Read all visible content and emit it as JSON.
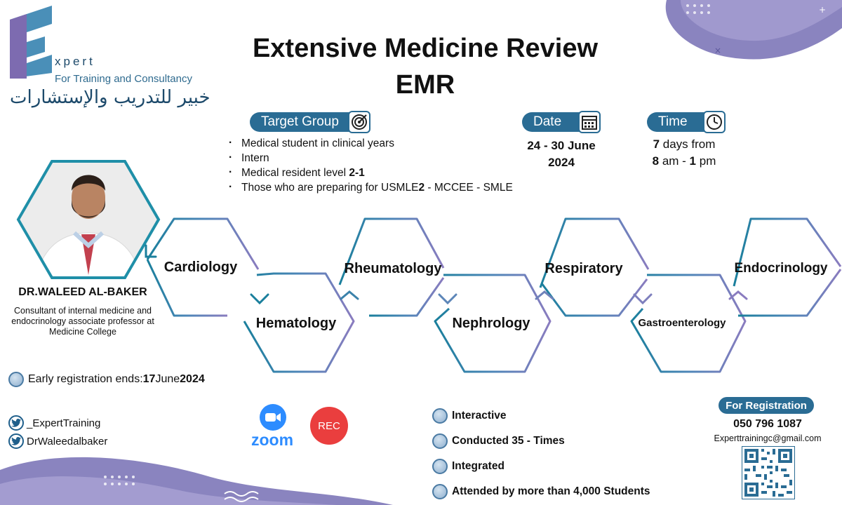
{
  "brand": {
    "name": "xpert",
    "tagline": "For Training and Consultancy",
    "arabic": "خبير للتدريب والإستشارات"
  },
  "title": {
    "line1": "Extensive Medicine Review",
    "line2": "EMR"
  },
  "target_group": {
    "label": "Target Group",
    "items": [
      {
        "text": "Medical student in clinical  years",
        "bold": ""
      },
      {
        "text": "Intern",
        "bold": ""
      },
      {
        "text": "Medical resident level ",
        "bold": "2-1"
      },
      {
        "text": "Those who are preparing for USMLE",
        "bold": "2",
        "after": " - MCCEE - SMLE"
      }
    ]
  },
  "date": {
    "label": "Date",
    "line1": "24 - 30 June",
    "line2": "2024"
  },
  "time": {
    "label": "Time",
    "line1_num": "7",
    "line1_text": " days from",
    "line2_a": "8",
    "line2_b": " am - ",
    "line2_c": "1",
    "line2_d": " pm"
  },
  "doctor": {
    "name": "DR.WALEED AL-BAKER",
    "description": "Consultant of internal medicine and endocrinology associate professor at Medicine College"
  },
  "modules": [
    "Cardiology",
    "Hematology",
    "Rheumatology",
    "Nephrology",
    "Respiratory",
    "Gastroenterology",
    "Endocrinology"
  ],
  "early_registration": {
    "label": "Early registration ends: ",
    "day": "17",
    "month": " June ",
    "year": "2024"
  },
  "social": [
    "_ExpertTraining",
    "DrWaleedalbaker"
  ],
  "platforms": {
    "zoom": "zoom",
    "rec": "REC"
  },
  "features": [
    "Interactive",
    "Conducted 35 - Times",
    "Integrated",
    "Attended by more than 4,000 Students"
  ],
  "registration": {
    "label": "For Registration",
    "phone": "050 796 1087",
    "email": "Experttrainingc@gmail.com"
  },
  "colors": {
    "accent": "#2a6c94",
    "purple": "#7d6bb0",
    "teal": "#1f8fa8",
    "rec": "#ea3e3e",
    "zoom": "#2d8cff"
  }
}
